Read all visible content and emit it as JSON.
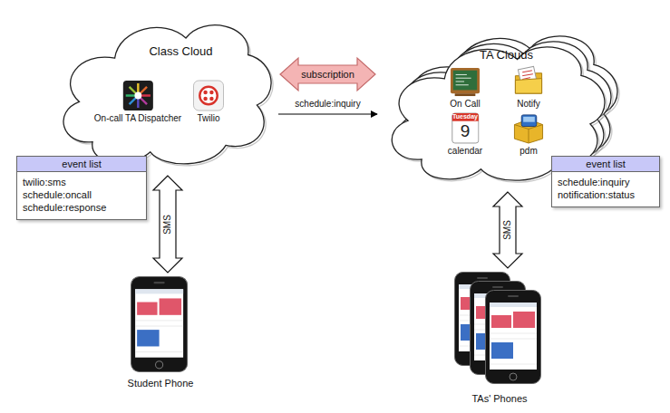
{
  "diagram": {
    "nodes": [
      {
        "text": [
          "Class Cloud"
        ]
      },
      {
        "text": [
          "On-call TA Dispatcher"
        ],
        "in": 0
      },
      {
        "text": [
          "Twilio"
        ],
        "in": 0
      },
      {
        "text": [
          "TA Clouds"
        ]
      },
      {
        "text": [
          "On Call"
        ],
        "in": 3
      },
      {
        "text": [
          "Notify"
        ],
        "in": 3
      },
      {
        "text": [
          "calendar"
        ],
        "in": 3
      },
      {
        "text": [
          "pdm"
        ],
        "in": 3
      },
      {
        "text": [
          "event list",
          "twilio:sms schedule:oncall schedule:response"
        ]
      },
      {
        "text": [
          "event list",
          "schedule:inquiry notification:status"
        ]
      },
      {
        "text": [
          "Student Phone"
        ]
      },
      {
        "text": [
          "TAs' Phones"
        ]
      }
    ],
    "edges": [
      {
        "from": 0,
        "to": 3,
        "label": "subscription",
        "arrow": "both"
      },
      {
        "from": 0,
        "to": 3,
        "label": "schedule:inquiry",
        "arrow": "to"
      },
      {
        "from": 0,
        "to": 10,
        "label": "SMS",
        "arrow": "both"
      },
      {
        "from": 3,
        "to": 11,
        "label": "SMS",
        "arrow": "both"
      }
    ],
    "labels": [
      "Tuesday",
      "9"
    ]
  }
}
